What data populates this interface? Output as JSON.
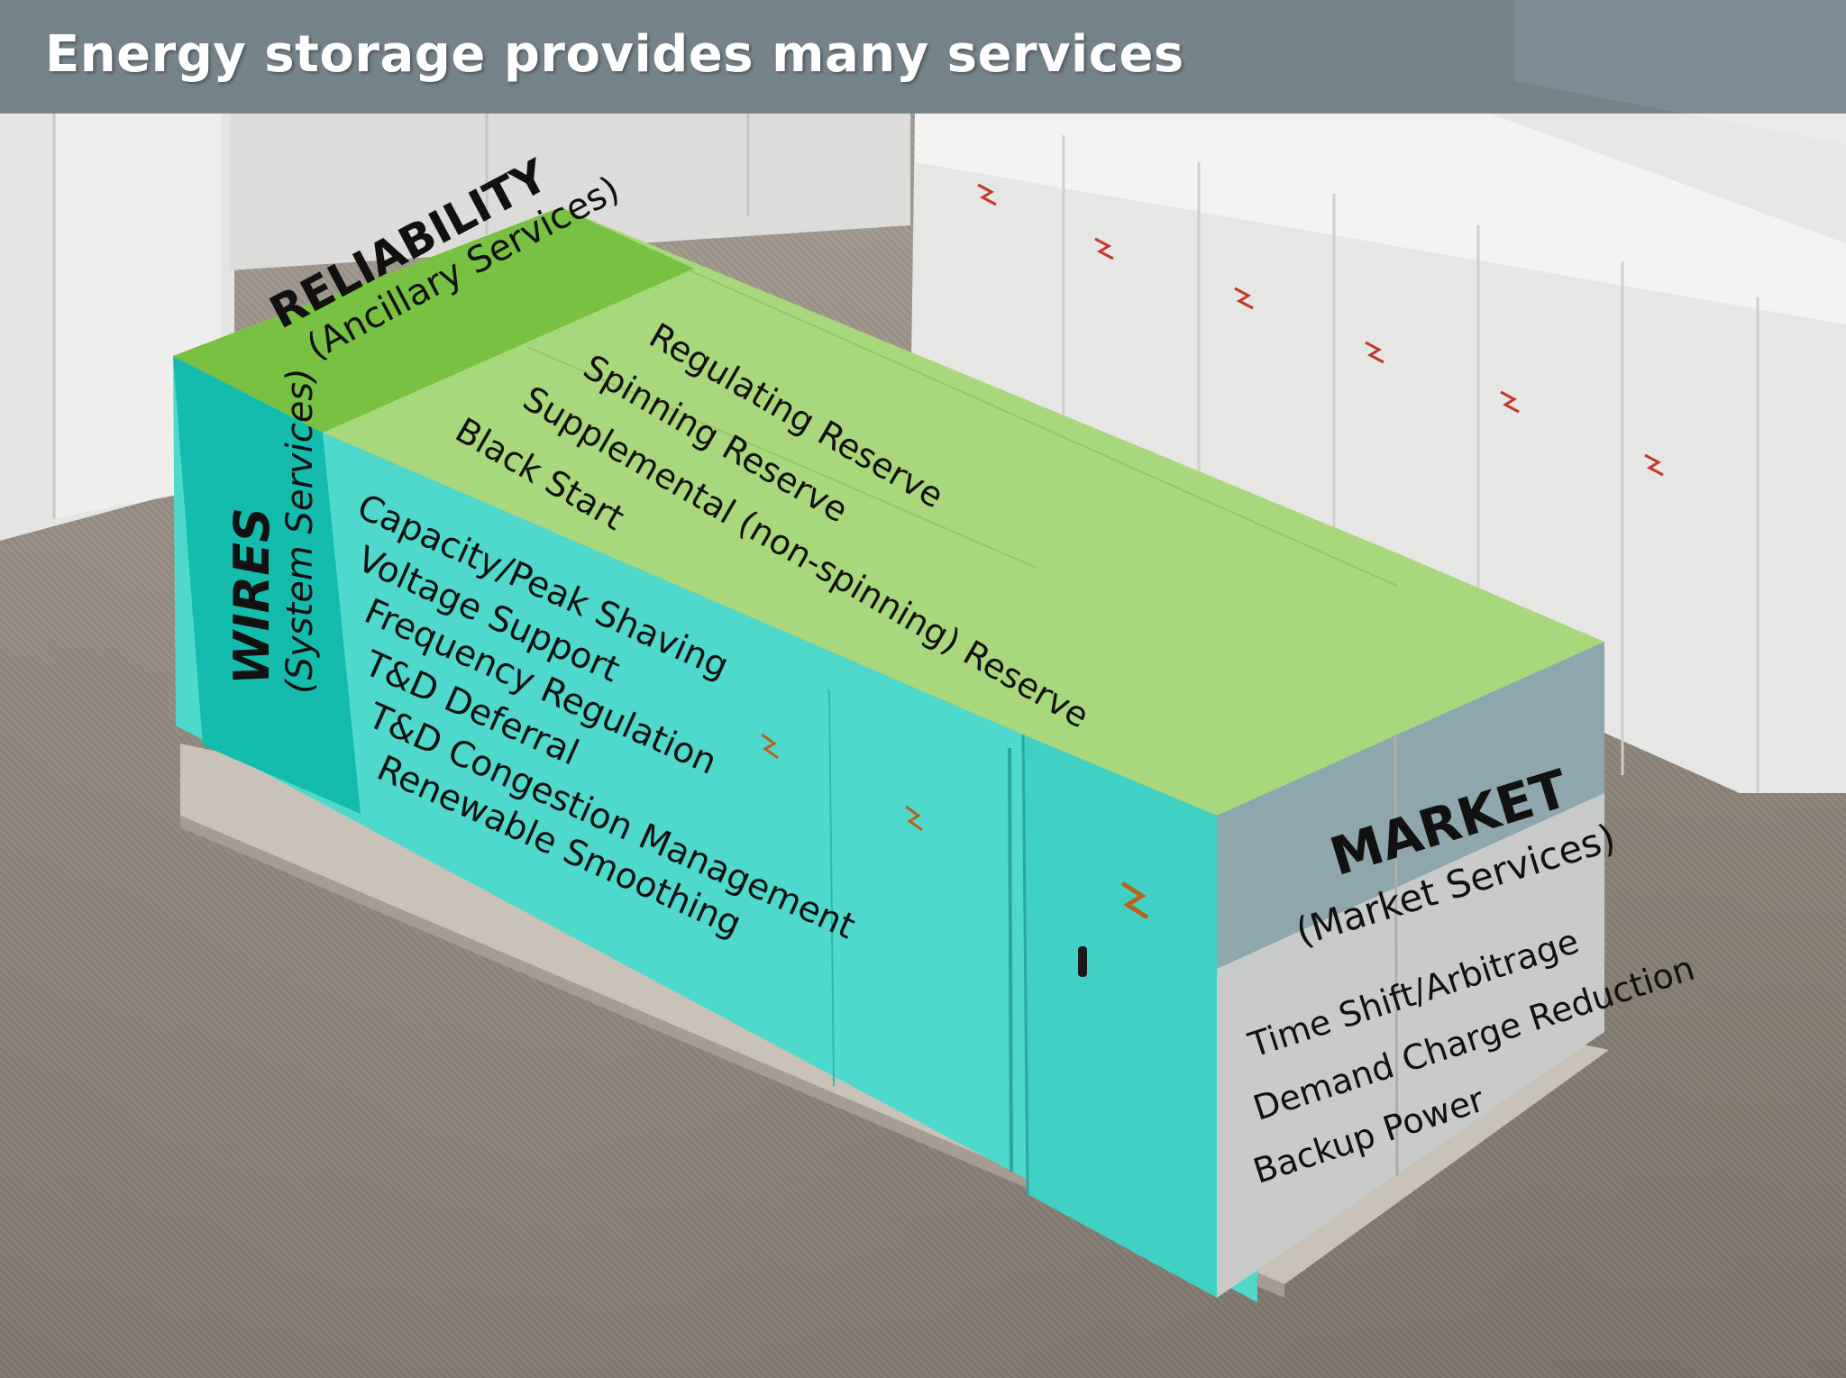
{
  "title": "Energy storage provides many services",
  "reliability": {
    "title": "RELIABILITY",
    "subtitle": "(Ancillary Services)",
    "items": [
      "Regulating Reserve",
      "Spinning Reserve",
      "Supplemental (non-spinning) Reserve",
      "Black Start"
    ]
  },
  "wires": {
    "title": "WIRES",
    "subtitle": "(System Services)",
    "items": [
      "Capacity/Peak Shaving",
      "Voltage Support",
      "Frequency Regulation",
      "T&D Deferral",
      "T&D Congestion Management",
      "Renewable Smoothing"
    ]
  },
  "market": {
    "title": "MARKET",
    "subtitle": "(Market Services)",
    "items": [
      "Time Shift/Arbitrage",
      "Demand Charge Reduction",
      "Backup Power"
    ]
  },
  "colors": {
    "reliability_dark": "#79c142",
    "reliability_light": "#a8d77c",
    "wires_dark": "#14bcae",
    "wires_light": "#4fd9cc",
    "market_dark": "#8ea6ad",
    "market_light": "#c8cbca",
    "title_bar": "#6e808a"
  }
}
